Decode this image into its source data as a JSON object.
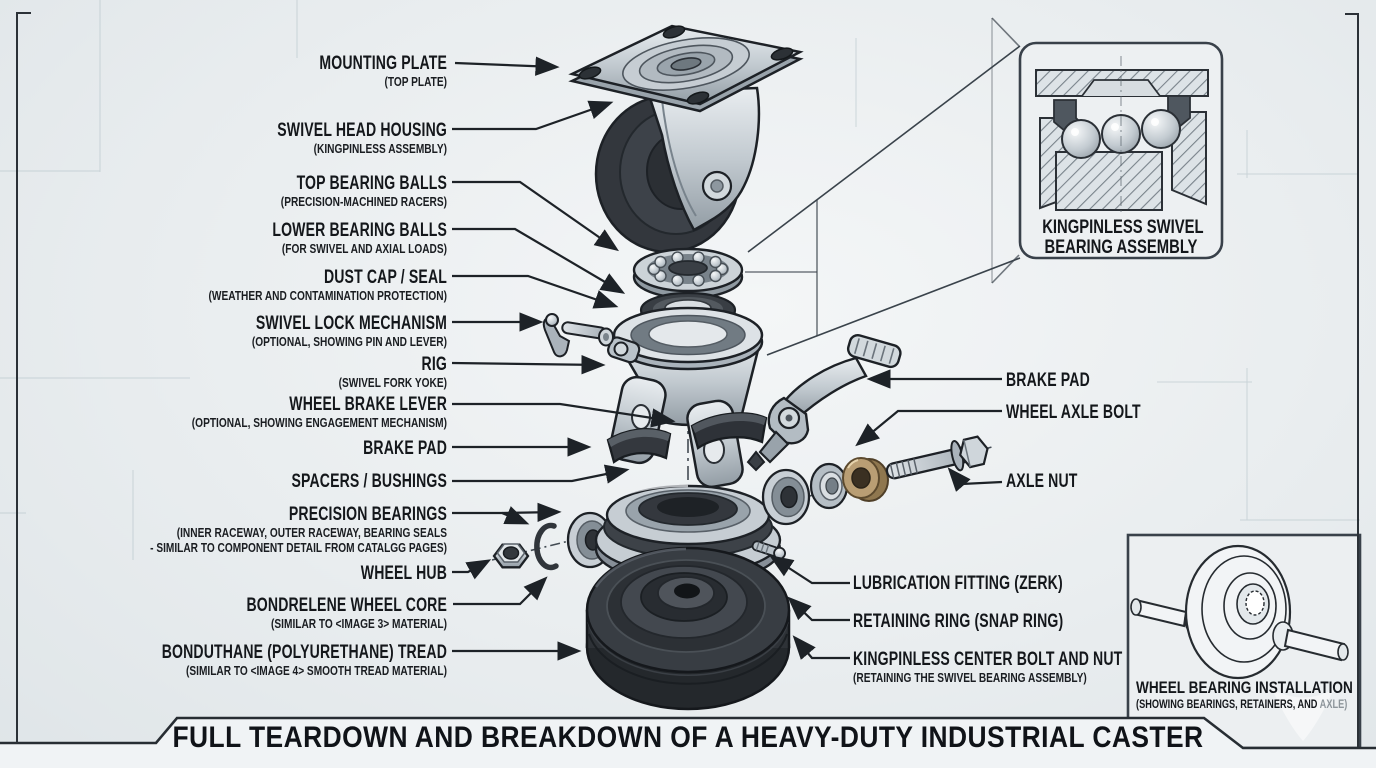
{
  "banner": {
    "title": "FULL TEARDOWN AND BREAKDOWN OF A HEAVY-DUTY INDUSTRIAL CASTER"
  },
  "left_labels": [
    {
      "name": "MOUNTING PLATE",
      "sub": "(TOP PLATE)"
    },
    {
      "name": "SWIVEL HEAD HOUSING",
      "sub": "(KINGPINLESS ASSEMBLY)"
    },
    {
      "name": "TOP BEARING BALLS",
      "sub": "(PRECISION-MACHINED RACERS)"
    },
    {
      "name": "LOWER BEARING BALLS",
      "sub": "(FOR SWIVEL AND AXIAL LOADS)"
    },
    {
      "name": "DUST CAP / SEAL",
      "sub": "(WEATHER AND CONTAMINATION PROTECTION)"
    },
    {
      "name": "SWIVEL LOCK MECHANISM",
      "sub": "(OPTIONAL, SHOWING PIN AND LEVER)"
    },
    {
      "name": "RIG",
      "sub": "(SWIVEL FORK YOKE)"
    },
    {
      "name": "WHEEL BRAKE LEVER",
      "sub": "(OPTIONAL, SHOWING ENGAGEMENT MECHANISM)"
    },
    {
      "name": "BRAKE PAD",
      "sub": ""
    },
    {
      "name": "SPACERS / BUSHINGS",
      "sub": ""
    },
    {
      "name": "PRECISION BEARINGS",
      "sub": "(INNER RACEWAY, OUTER RACEWAY, BEARING SEALS",
      "sub2": "- SIMILAR TO COMPONENT DETAIL FROM CATALGG PAGES)"
    },
    {
      "name": "WHEEL HUB",
      "sub": ""
    },
    {
      "name": "BONDRELENE WHEEL CORE",
      "sub": "(SIMILAR TO <IMAGE 3> MATERIAL)"
    },
    {
      "name": "BONDUTHANE (POLYURETHANE) TREAD",
      "sub": "(SIMILAR TO <IMAGE 4> SMOOTH TREAD MATERIAL)"
    }
  ],
  "right_labels": [
    {
      "name": "BRAKE PAD",
      "sub": ""
    },
    {
      "name": "WHEEL AXLE BOLT",
      "sub": ""
    },
    {
      "name": "AXLE NUT",
      "sub": ""
    },
    {
      "name": "LUBRICATION FITTING (ZERK)",
      "sub": ""
    },
    {
      "name": "RETAINING RING (SNAP RING)",
      "sub": ""
    },
    {
      "name": "KINGPINLESS CENTER BOLT AND NUT",
      "sub": "(RETAINING THE SWIVEL BEARING ASSEMBLY)"
    }
  ],
  "insets": {
    "swivel_bearing": {
      "caption_line1": "KINGPINLESS SWIVEL",
      "caption_line2": "BEARING ASSEMBLY"
    },
    "wheel_bearing": {
      "caption": "WHEEL BEARING INSTALLATION",
      "sub_prefix": "(SHOWING BEARINGS, RETAINERS, AND ",
      "sub_suffix": "AXLE)"
    }
  },
  "colors": {
    "background": "#e9edef",
    "line": "#1d2227",
    "label_text": "#14171b",
    "metal_light": "#d5dbdf",
    "metal_dark": "#8d979f",
    "rubber_dark": "#34383e",
    "bronze": "#b99e74"
  }
}
